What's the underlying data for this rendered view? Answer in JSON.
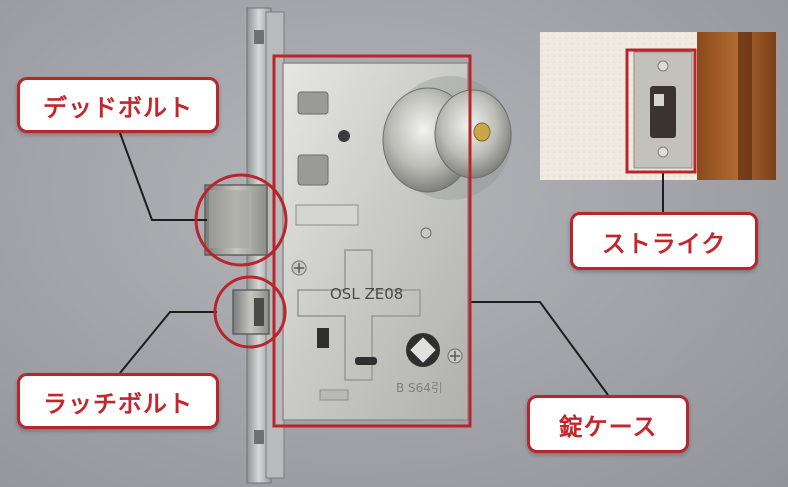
{
  "labels": {
    "deadbolt": "デッドボルト",
    "latch_bolt": "ラッチボルト",
    "strike": "ストライク",
    "lock_case": "錠ケース"
  },
  "case_markings": {
    "model": "OSL  ZE08",
    "serial": "B S64引"
  },
  "colors": {
    "accent": "#c1272d",
    "highlight_stroke": "#b8262c",
    "background": "#a4a6ab"
  }
}
